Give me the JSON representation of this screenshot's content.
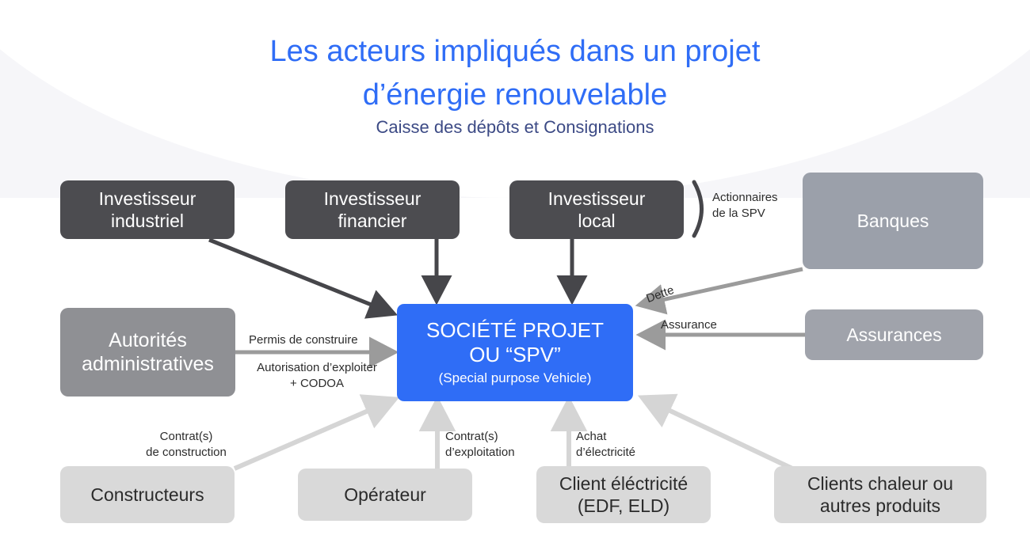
{
  "header": {
    "title_line1": "Les acteurs impliqués dans un projet",
    "title_line2": "d’énergie renouvelable",
    "subtitle": "Caisse des dépôts et Consignations",
    "title_color": "#2f6df6",
    "subtitle_color": "#3c4a85"
  },
  "nodes": {
    "investisseur_industriel": "Investisseur\nindustriel",
    "investisseur_financier": "Investisseur\nfinancier",
    "investisseur_local": "Investisseur\nlocal",
    "banques": "Banques",
    "assurances": "Assurances",
    "autorites": "Autorités\nadministratives",
    "spv_line1": "SOCIÉTÉ PROJET",
    "spv_line2": "OU “SPV”",
    "spv_line3": "(Special purpose Vehicle)",
    "constructeurs": "Constructeurs",
    "operateur": "Opérateur",
    "client_electricite": "Client éléctricité\n(EDF, ELD)",
    "clients_chaleur": "Clients chaleur ou\nautres produits"
  },
  "edge_labels": {
    "actionnaires": "Actionnaires\nde la SPV",
    "dette": "Dette",
    "assurance": "Assurance",
    "permis": "Permis de construire",
    "autorisation": "Autorisation d’exploiter\n+ CODOA",
    "contrat_construction": "Contrat(s)\nde construction",
    "contrat_exploitation": "Contrat(s)\nd’exploitation",
    "achat_electricite": "Achat\nd’électricité"
  },
  "colors": {
    "accent_blue": "#2f6df6",
    "dark_box": "#4c4c50",
    "mid_box": "#9ba0aa",
    "gray_box": "#8f9094",
    "light_box": "#d9d9d9",
    "dark_arrow": "#46464a",
    "mid_arrow": "#9b9b9b",
    "light_arrow": "#d5d5d5",
    "band_bg": "#f6f6f9"
  }
}
